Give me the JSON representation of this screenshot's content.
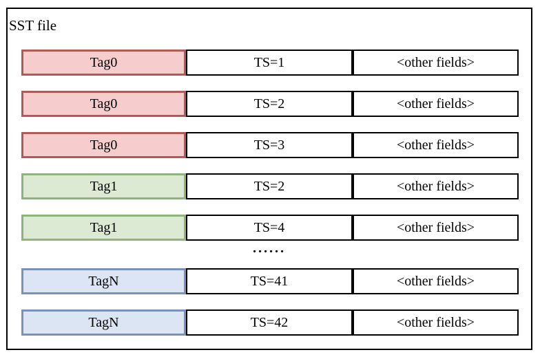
{
  "title": "SST file",
  "ellipsis": "......",
  "rows": [
    {
      "tag": "Tag0",
      "ts": "TS=1",
      "other": "<other fields>",
      "group": "red"
    },
    {
      "tag": "Tag0",
      "ts": "TS=2",
      "other": "<other fields>",
      "group": "red"
    },
    {
      "tag": "Tag0",
      "ts": "TS=3",
      "other": "<other fields>",
      "group": "red"
    },
    {
      "tag": "Tag1",
      "ts": "TS=2",
      "other": "<other fields>",
      "group": "green"
    },
    {
      "tag": "Tag1",
      "ts": "TS=4",
      "other": "<other fields>",
      "group": "green"
    },
    {
      "tag": "TagN",
      "ts": "TS=41",
      "other": "<other fields>",
      "group": "blue"
    },
    {
      "tag": "TagN",
      "ts": "TS=42",
      "other": "<other fields>",
      "group": "blue"
    }
  ],
  "colors": {
    "red_fill": "#f6cdcc",
    "red_border": "#b05a56",
    "green_fill": "#dcead4",
    "green_border": "#8cb47c",
    "blue_fill": "#dbe5f3",
    "blue_border": "#7a92ba",
    "box_border": "#000000",
    "background": "#ffffff"
  }
}
